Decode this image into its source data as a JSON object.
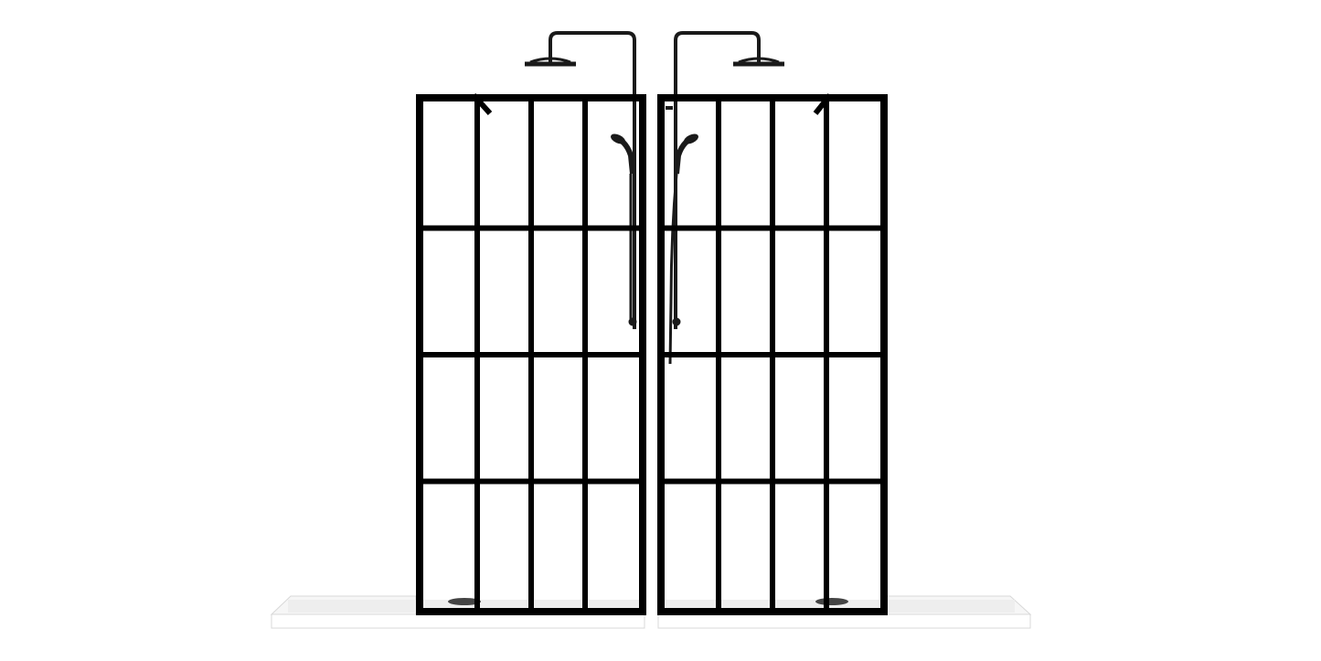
{
  "scene": {
    "background_color": "#ffffff",
    "frame_color": "#000000",
    "tray_color": "#f4f4f4",
    "tray_edge_color": "#d9d9d9",
    "panel_grid": {
      "columns": 4,
      "rows": 4
    },
    "objects": [
      {
        "name": "left-shower-panel",
        "icon": "grid-glass-panel"
      },
      {
        "name": "right-shower-panel",
        "icon": "grid-glass-panel"
      },
      {
        "name": "left-rain-shower-head",
        "icon": "rain-shower-head"
      },
      {
        "name": "right-rain-shower-head",
        "icon": "rain-shower-head"
      },
      {
        "name": "left-handheld-shower",
        "icon": "handheld-shower"
      },
      {
        "name": "right-handheld-shower",
        "icon": "handheld-shower"
      },
      {
        "name": "left-shower-tray",
        "icon": "shower-tray"
      },
      {
        "name": "right-shower-tray",
        "icon": "shower-tray"
      }
    ]
  }
}
